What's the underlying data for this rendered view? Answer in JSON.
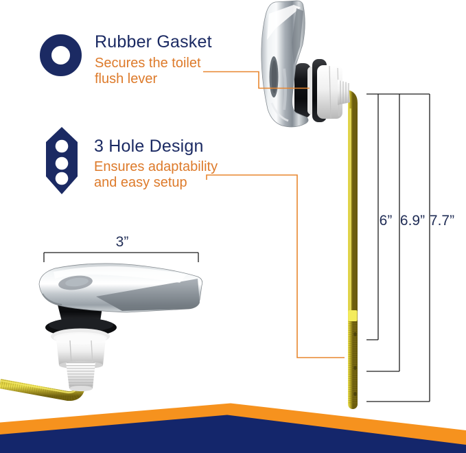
{
  "features": [
    {
      "icon": "gasket-ring-icon",
      "title": "Rubber Gasket",
      "desc_lines": [
        "Secures the toilet",
        "flush lever"
      ]
    },
    {
      "icon": "three-hole-icon",
      "title": "3 Hole Design",
      "desc_lines": [
        "Ensures adaptability",
        "and easy setup"
      ]
    }
  ],
  "measurements": {
    "handle_length": "3”",
    "lever_lengths": [
      "6”",
      "6.9”",
      "7.7”"
    ]
  },
  "colors": {
    "navy": "#1b2a63",
    "orange_text": "#dd7a2a",
    "orange_line": "#e8862e",
    "band_orange": "#f6921e",
    "band_navy": "#14266b"
  }
}
